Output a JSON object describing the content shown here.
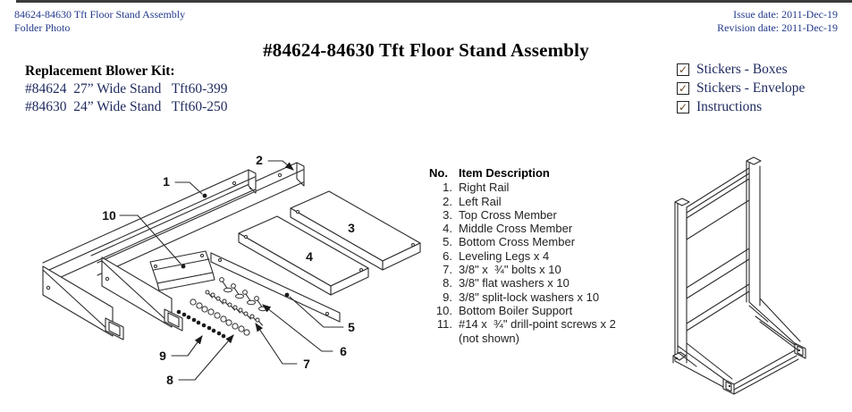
{
  "header": {
    "left_line1": "84624-84630  Tft Floor Stand Assembly",
    "left_line2": "Folder Photo",
    "right_line1": "Issue date: 2011-Dec-19",
    "right_line2": "Revision date: 2011-Dec-19"
  },
  "title": "#84624-84630  Tft Floor Stand Assembly",
  "replacement_kit": {
    "heading": "Replacement Blower Kit:",
    "lines": [
      "#84624  27” Wide Stand   Tft60-399",
      "#84630  24” Wide Stand   Tft60-250"
    ]
  },
  "checklist": {
    "check_glyph": "✓",
    "items": [
      {
        "label": "Stickers - Boxes",
        "checked": true
      },
      {
        "label": "Stickers - Envelope",
        "checked": true
      },
      {
        "label": "Instructions",
        "checked": true
      }
    ]
  },
  "parts_list": {
    "header_no": "No.",
    "header_desc": "Item Description",
    "items": [
      {
        "no": "1.",
        "desc": "Right Rail"
      },
      {
        "no": "2.",
        "desc": "Left Rail"
      },
      {
        "no": "3.",
        "desc": "Top Cross Member"
      },
      {
        "no": "4.",
        "desc": "Middle Cross Member"
      },
      {
        "no": "5.",
        "desc": "Bottom Cross Member"
      },
      {
        "no": "6.",
        "desc": "Leveling Legs x 4"
      },
      {
        "no": "7.",
        "desc": "3/8\" x  ¾\" bolts x 10"
      },
      {
        "no": "8.",
        "desc": "3/8\" flat washers x 10"
      },
      {
        "no": "9.",
        "desc": "3/8\" split-lock washers x 10"
      },
      {
        "no": "10.",
        "desc": "Bottom Boiler Support"
      },
      {
        "no": "11.",
        "desc": "#14 x  ¾\" drill-point screws x 2",
        "note": "(not shown)"
      }
    ]
  },
  "diagram": {
    "callouts": [
      "1",
      "2",
      "3",
      "4",
      "5",
      "6",
      "7",
      "8",
      "9",
      "10"
    ]
  },
  "colors": {
    "header_blue": "#233a8c",
    "body_navy": "#1e2a5e",
    "ink": "#2b2b2b"
  }
}
